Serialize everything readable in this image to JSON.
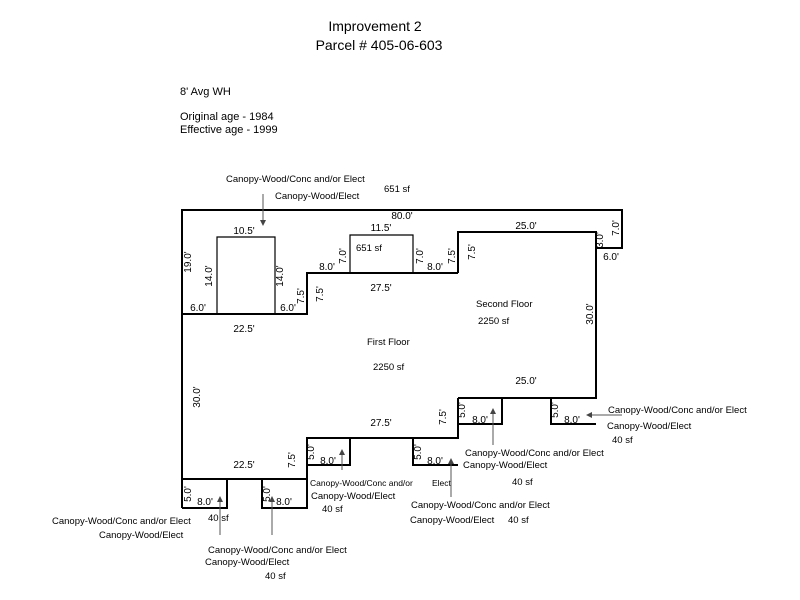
{
  "header": {
    "title": "Improvement 2",
    "parcel": "Parcel # 405-06-603"
  },
  "notes": {
    "wall_height": "8' Avg WH",
    "original_age": "Original age - 1984",
    "effective_age": "Effective age - 1999"
  },
  "areas": {
    "second_floor_name": "Second Floor",
    "second_floor_sf": "2250 sf",
    "first_floor_name": "First Floor",
    "first_floor_sf": "2250 sf",
    "canopy_top_sf": "651 sf",
    "canopy_top_sf_inner": "651 sf"
  },
  "dimensions": [
    "80.0'",
    "10.5'",
    "11.5'",
    "25.0'",
    "19.0'",
    "14.0'",
    "14.0'",
    "6.0'",
    "6.0'",
    "22.5'",
    "7.5'",
    "7.5'",
    "8.0'",
    "7.0'",
    "7.0'",
    "8.0'",
    "27.5'",
    "7.5'",
    "7.5'",
    "3.0'",
    "7.0'",
    "6.0'",
    "30.0'",
    "30.0'",
    "25.0'",
    "27.5'",
    "7.5'",
    "22.5'",
    "7.5'"
  ],
  "canopy_dims": {
    "depth": "5.0'",
    "width": "8.0'"
  },
  "callouts": [
    {
      "line1": "Canopy-Wood/Conc and/or Elect",
      "line2": "Canopy-Wood/Elect",
      "area": ""
    },
    {
      "line1": "Canopy-Wood/Conc and/or Elect",
      "line2": "Canopy-Wood/Elect",
      "area": "40 sf"
    },
    {
      "line1": "Canopy-Wood/Conc and/or Elect",
      "line2": "Canopy-Wood/Elect",
      "area": "40 sf"
    },
    {
      "line1": "Canopy-Wood/Conc  and/or",
      "line1b": "Elect",
      "line2": "Canopy-Wood/Elect",
      "area": "40 sf"
    },
    {
      "line1": "Canopy-Wood/Conc and/or Elect",
      "line2": "Canopy-Wood/Elect",
      "area": "40 sf"
    },
    {
      "line1": "Canopy-Wood/Conc and/or Elect",
      "line2": "Canopy-Wood/Elect",
      "area": "40 sf"
    },
    {
      "line1": "Canopy-Wood/Conc and/or Elect",
      "line2": "Canopy-Wood/Elect",
      "area": "40 sf"
    }
  ]
}
